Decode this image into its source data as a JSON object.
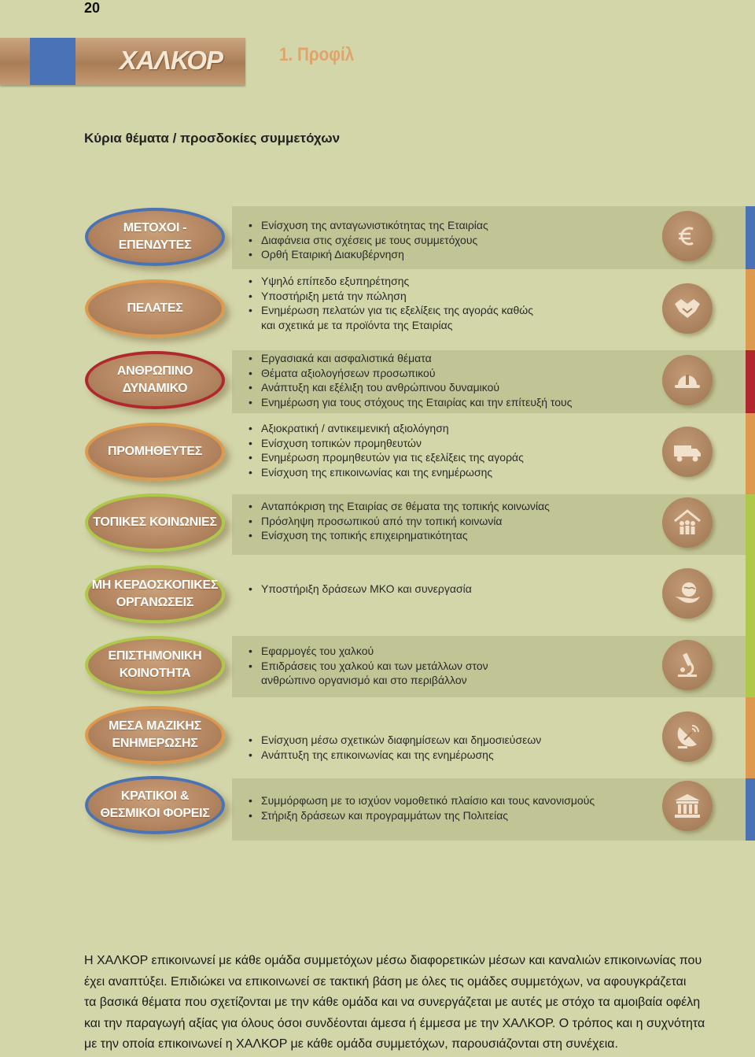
{
  "page_number": "20",
  "header": {
    "brand": "ΧΑΛΚΟΡ",
    "section": "1. Προφίλ"
  },
  "subtitle": "Κύρια θέματα / προσδοκίες συμμετόχων",
  "colors": {
    "background": "#d3d6a9",
    "band_dark": "#c1c596",
    "oval": "#b58762",
    "section_title": "#e0a36a",
    "blue": "#4a73b5",
    "orange": "#dd9a4e",
    "red": "#b0282e",
    "green": "#b0c84a"
  },
  "rows": [
    {
      "group": "ΜΕΤΟΧΟΙ -\nΕΠΕΝΔΥΤΕΣ",
      "icon": "euro-icon",
      "ring": "#4a73b5",
      "items": [
        "Ενίσχυση της ανταγωνιστικότητας της Εταιρίας",
        "Διαφάνεια στις σχέσεις με τους συμμετόχους",
        "Ορθή Εταιρική Διακυβέρνηση"
      ]
    },
    {
      "group": "ΠΕΛΑΤΕΣ",
      "icon": "handshake-icon",
      "ring": "#dd9a4e",
      "items": [
        "Υψηλό επίπεδο εξυπηρέτησης",
        "Υποστήριξη μετά την πώληση",
        "Ενημέρωση πελατών για τις εξελίξεις της αγοράς καθώς\nκαι σχετικά με τα προϊόντα της Εταιρίας"
      ]
    },
    {
      "group": "ΑΝΘΡΩΠΙΝΟ ΔΥΝΑΜΙΚΟ",
      "icon": "hardhat-icon",
      "ring": "#b0282e",
      "items": [
        "Εργασιακά και ασφαλιστικά θέματα",
        "Θέματα αξιολογήσεων προσωπικού",
        "Ανάπτυξη και εξέλιξη του ανθρώπινου δυναμικού",
        "Ενημέρωση για τους στόχους της Εταιρίας και την επίτευξή τους"
      ]
    },
    {
      "group": "ΠΡΟΜΗΘΕΥΤΕΣ",
      "icon": "truck-icon",
      "ring": "#dd9a4e",
      "items": [
        "Αξιοκρατική / αντικειμενική αξιολόγηση",
        "Ενίσχυση τοπικών προμηθευτών",
        "Ενημέρωση προμηθευτών για τις εξελίξεις της αγοράς",
        "Ενίσχυση της επικοινωνίας και της ενημέρωσης"
      ]
    },
    {
      "group": "ΤΟΠΙΚΕΣ ΚΟΙΝΩΝΙΕΣ",
      "icon": "community-icon",
      "ring": "#b0c84a",
      "items": [
        "Ανταπόκριση της Εταιρίας σε θέματα της τοπικής κοινωνίας",
        "Πρόσληψη προσωπικού από την τοπική κοινωνία",
        "Ενίσχυση της τοπικής επιχειρηματικότητας"
      ]
    },
    {
      "group": "ΜΗ ΚΕΡΔΟΣΚΟΠΙΚΕΣ\nΟΡΓΑΝΩΣΕΙΣ",
      "icon": "globe-hands-icon",
      "ring": "#b0c84a",
      "items": [
        "Υποστήριξη δράσεων ΜΚΟ και συνεργασία"
      ]
    },
    {
      "group": "ΕΠΙΣΤΗΜΟΝΙΚΗ\nΚΟΙΝΟΤΗΤΑ",
      "icon": "microscope-icon",
      "ring": "#b0c84a",
      "items": [
        "Εφαρμογές του χαλκού",
        "Επιδράσεις του χαλκού και των μετάλλων στον\nανθρώπινο οργανισμό και στο περιβάλλον"
      ]
    },
    {
      "group": "ΜΕΣΑ ΜΑΖΙΚΗΣ\nΕΝΗΜΕΡΩΣΗΣ",
      "icon": "satellite-dish-icon",
      "ring": "#dd9a4e",
      "items": [
        "Ενίσχυση μέσω σχετικών διαφημίσεων και δημοσιεύσεων",
        "Ανάπτυξη της επικοινωνίας και της ενημέρωσης"
      ]
    },
    {
      "group": "ΚΡΑΤΙΚΟΙ &\nΘΕΣΜΙΚΟΙ ΦΟΡΕΙΣ",
      "icon": "government-building-icon",
      "ring": "#4a73b5",
      "items": [
        "Συμμόρφωση με το ισχύον νομοθετικό πλαίσιο και τους κανονισμούς",
        "Στήριξη δράσεων και προγραμμάτων της Πολιτείας"
      ]
    }
  ],
  "paragraph": [
    "Η ΧΑΛΚΟΡ επικοινωνεί με κάθε ομάδα συμμετόχων μέσω διαφορετικών μέσων και καναλιών επικοινωνίας που",
    "έχει αναπτύξει. Επιδιώκει να επικοινωνεί σε τακτική βάση με όλες τις ομάδες συμμετόχων, να αφουγκράζεται",
    "τα βασικά θέματα που σχετίζονται με την κάθε ομάδα και να συνεργάζεται με αυτές με στόχο τα αμοιβαία οφέλη",
    "και την παραγωγή αξίας για όλους όσοι συνδέονται άμεσα ή έμμεσα με την ΧΑΛΚΟΡ. Ο τρόπος και η συχνότητα",
    "με την οποία επικοινωνεί η ΧΑΛΚΟΡ με κάθε ομάδα συμμετόχων, παρουσιάζονται στη συνέχεια."
  ]
}
